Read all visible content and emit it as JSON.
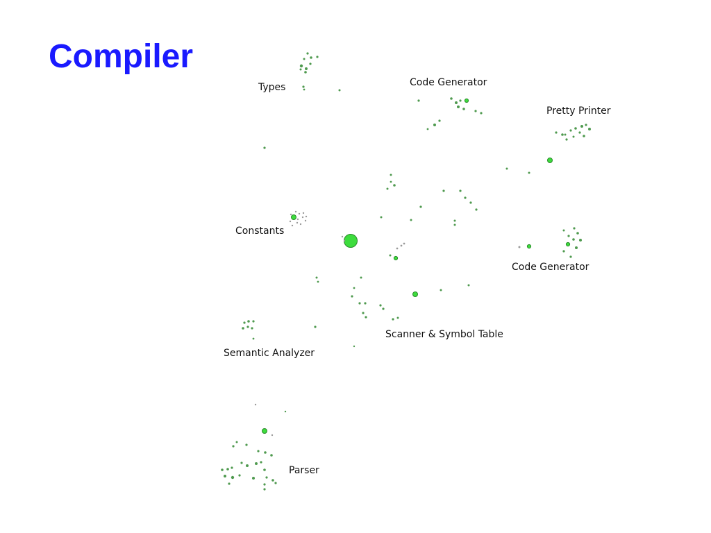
{
  "slide": {
    "title": "Compiler"
  },
  "diagram": {
    "clusters": [
      {
        "key": "types",
        "label": "Types"
      },
      {
        "key": "code_generator_top",
        "label": "Code Generator"
      },
      {
        "key": "pretty_printer",
        "label": "Pretty Printer"
      },
      {
        "key": "constants",
        "label": "Constants"
      },
      {
        "key": "code_generator_right",
        "label": "Code Generator"
      },
      {
        "key": "scanner_symbol_table",
        "label": "Scanner & Symbol Table"
      },
      {
        "key": "semantic_analyzer",
        "label": "Semantic Analyzer"
      },
      {
        "key": "parser",
        "label": "Parser"
      }
    ],
    "colors": {
      "node_fill": "#3ddc3d",
      "node_stroke": "#2a8a2a",
      "small_node": "#4f9a4f",
      "faint_node": "#9a9a9a",
      "title": "#1a1aff"
    }
  }
}
